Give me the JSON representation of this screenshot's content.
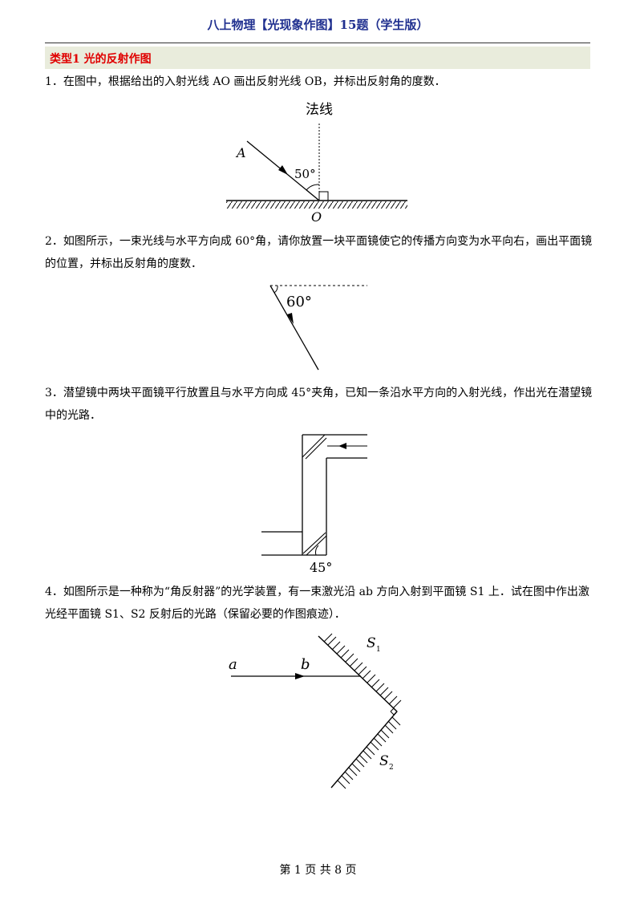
{
  "header": {
    "title": "八上物理【光现象作图】15题（学生版）"
  },
  "section": {
    "label": "类型1  光的反射作图"
  },
  "questions": [
    {
      "text": "1．在图中，根据给出的入射光线 AO 画出反射光线 OB，并标出反射角的度数．",
      "figure": {
        "normal_label": "法线",
        "point_a": "A",
        "point_o": "O",
        "angle_label": "50°"
      }
    },
    {
      "text": "2．如图所示，一束光线与水平方向成 60°角，请你放置一块平面镜使它的传播方向变为水平向右，画出平面镜的位置，并标出反射角的度数．",
      "figure": {
        "angle_label": "60°"
      }
    },
    {
      "text": "3．潜望镜中两块平面镜平行放置且与水平方向成 45°夹角，已知一条沿水平方向的入射光线，作出光在潜望镜中的光路．",
      "figure": {
        "angle_label": "45°"
      }
    },
    {
      "text": "4．如图所示是一种称为“角反射器”的光学装置，有一束激光沿 ab 方向入射到平面镜 S1 上．试在图中作出激光经平面镜 S1、S2 反射后的光路（保留必要的作图痕迹）．",
      "figure": {
        "point_a": "a",
        "point_b": "b",
        "mirror1": "S",
        "mirror1_sub": "1",
        "mirror2": "S",
        "mirror2_sub": "2"
      }
    }
  ],
  "footer": {
    "page_text": "第 1 页 共 8 页"
  }
}
